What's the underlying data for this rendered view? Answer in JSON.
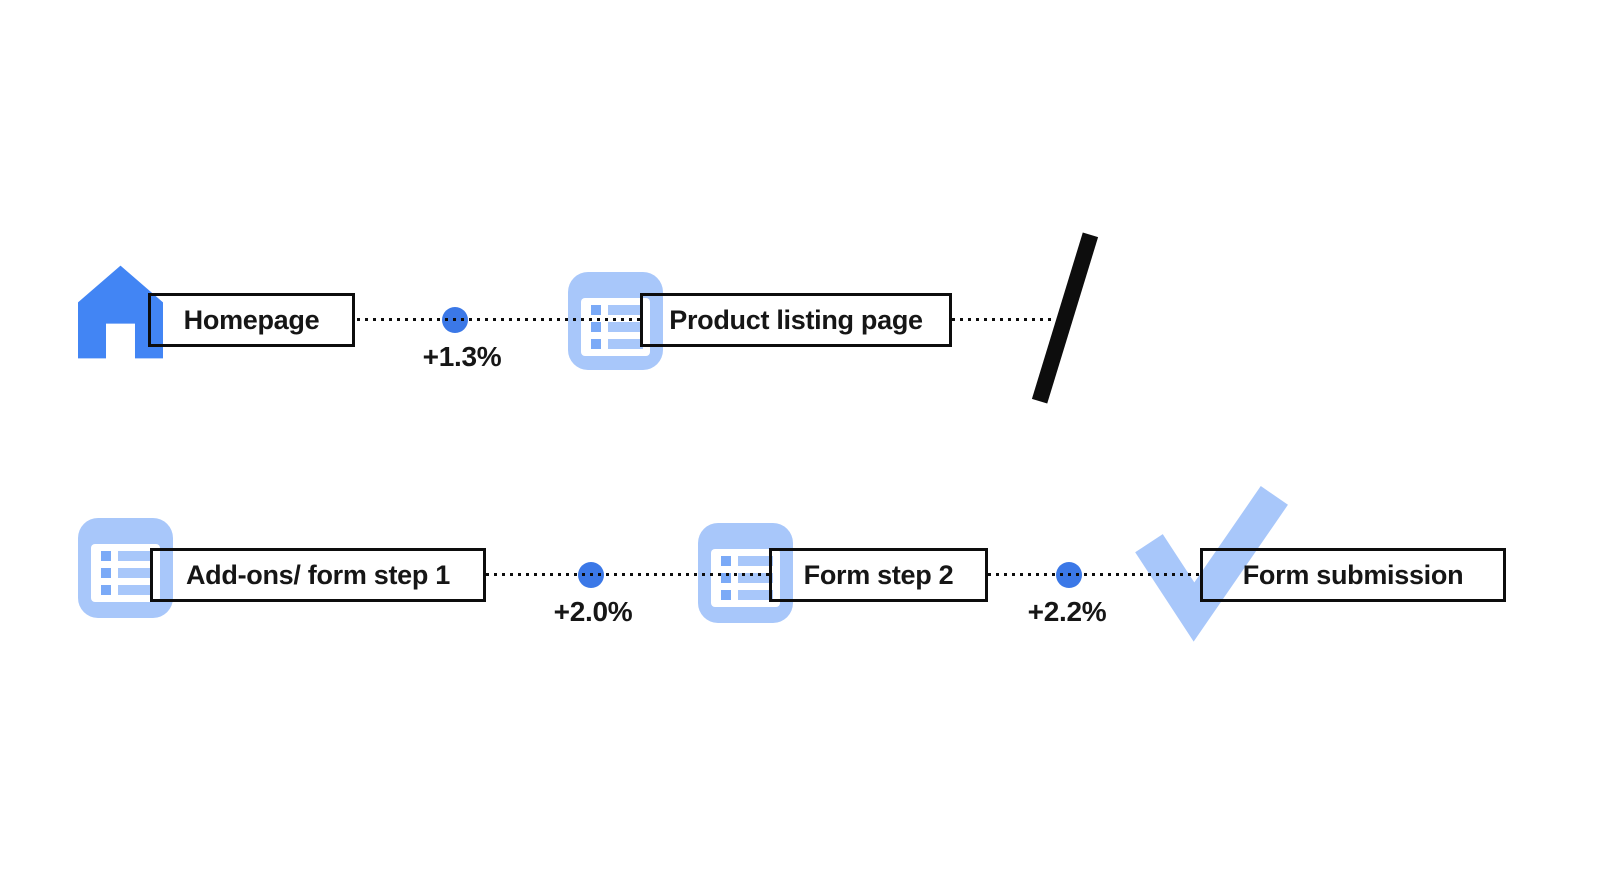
{
  "colors": {
    "primary_blue": "#4285F4",
    "dot_blue": "#3B78E7",
    "light_blue": "#A8C7FA",
    "bullet_blue": "#7BAAF7",
    "line_black": "#0d0d0d",
    "text_black": "#161616"
  },
  "flow": {
    "row1": {
      "step1": {
        "icon": "home-icon",
        "label": "Homepage"
      },
      "connector1": {
        "delta": "+1.3%"
      },
      "step2": {
        "icon": "list-icon",
        "label": "Product listing page"
      },
      "break": {
        "icon": "slash-break-icon"
      }
    },
    "row2": {
      "step1": {
        "icon": "list-icon",
        "label": "Add-ons/ form step 1"
      },
      "connector1": {
        "delta": "+2.0%"
      },
      "step2": {
        "icon": "list-icon",
        "label": "Form step 2"
      },
      "connector2": {
        "delta": "+2.2%"
      },
      "step3": {
        "icon": "checkmark-icon",
        "label": "Form submission"
      }
    }
  }
}
